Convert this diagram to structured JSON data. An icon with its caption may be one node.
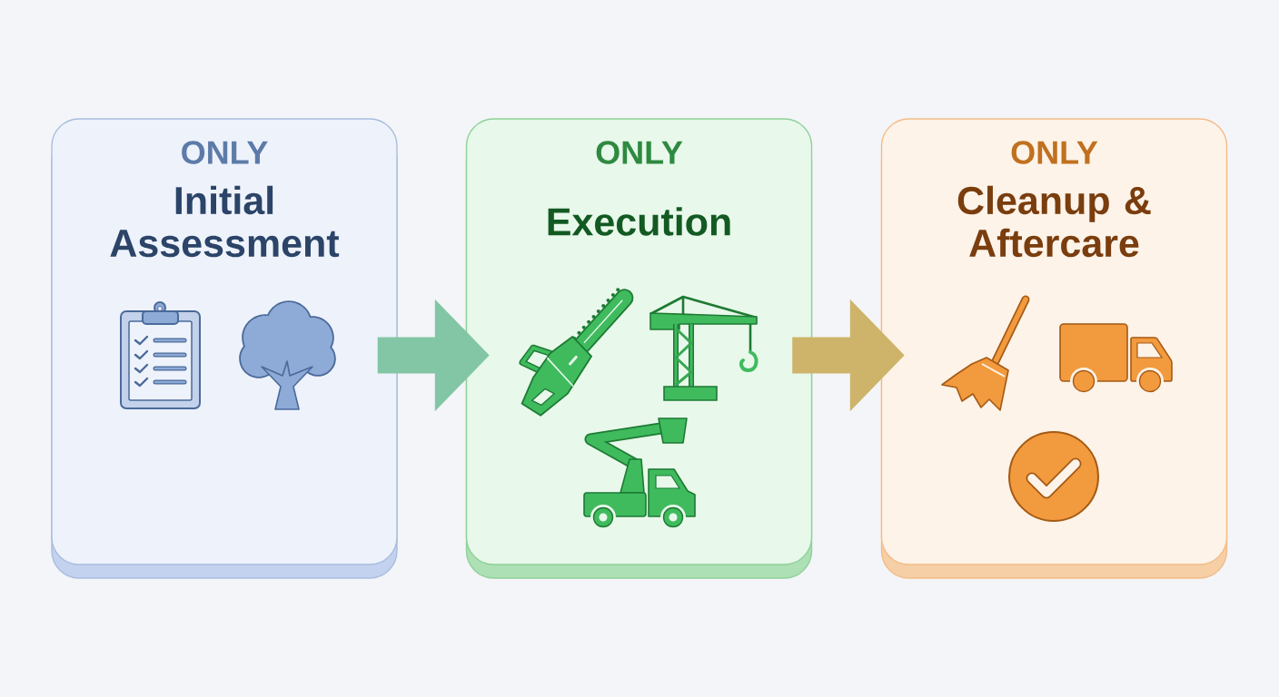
{
  "diagram": {
    "nodes": [
      {
        "text": [
          "ONLY",
          "Initial Assessment"
        ]
      },
      {
        "text": [
          "ONLY",
          "Execution"
        ]
      },
      {
        "text": [
          "ONLY",
          "Cleanup & Aftercare"
        ]
      }
    ],
    "edges": [
      {
        "from": 0,
        "to": 1,
        "arrow": "to"
      },
      {
        "from": 1,
        "to": 2,
        "arrow": "to"
      }
    ]
  }
}
